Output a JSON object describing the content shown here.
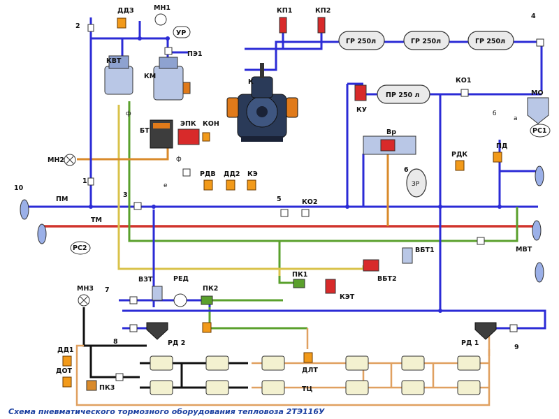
{
  "caption": "Схема пневматического тормозного оборудования тепловоза 2ТЭ116У",
  "labels": {
    "ddz": "ДДЗ",
    "mn1": "МН1",
    "ur": "УР",
    "kp1": "КП1",
    "kp2": "КП2",
    "gr1": "ГР 250л",
    "gr2": "ГР 250л",
    "gr3": "ГР 250л",
    "n4": "4",
    "n2": "2",
    "kvt": "КВТ",
    "km": "КМ",
    "pe1": "ПЭ1",
    "k": "К",
    "ku": "КУ",
    "pr250": "ПР 250 л",
    "ko1": "КО1",
    "mo": "МО",
    "b": "б",
    "a": "а",
    "rs1": "РС1",
    "f1": "ф",
    "bt": "БТ",
    "epk": "ЭПК",
    "kon": "КОН",
    "f2": "ф",
    "vr": "Вр",
    "pd": "ПД",
    "rdk": "РДК",
    "mn2": "МН2",
    "n1": "1",
    "e": "е",
    "rdv": "РДВ",
    "dd2": "ДД2",
    "ke": "КЭ",
    "n6": "6",
    "zr": "ЗР",
    "n10": "10",
    "pm": "ПМ",
    "n3": "3",
    "n5": "5",
    "ko2": "КО2",
    "tm": "ТМ",
    "rs2": "РС2",
    "vbt1": "ВБТ1",
    "mvt": "МВТ",
    "vbt2": "ВБТ2",
    "vzt": "ВЗТ",
    "red": "РЕД",
    "pk2": "ПК2",
    "pk1": "ПК1",
    "ket": "КЭТ",
    "n7": "7",
    "mn3": "МН3",
    "n8": "8",
    "rd2": "РД 2",
    "rd1": "РД 1",
    "n9": "9",
    "dd1": "ДД1",
    "dot": "ДОТ",
    "pk3": "ПК3",
    "dlt": "ДЛТ",
    "tc": "ТЦ"
  }
}
